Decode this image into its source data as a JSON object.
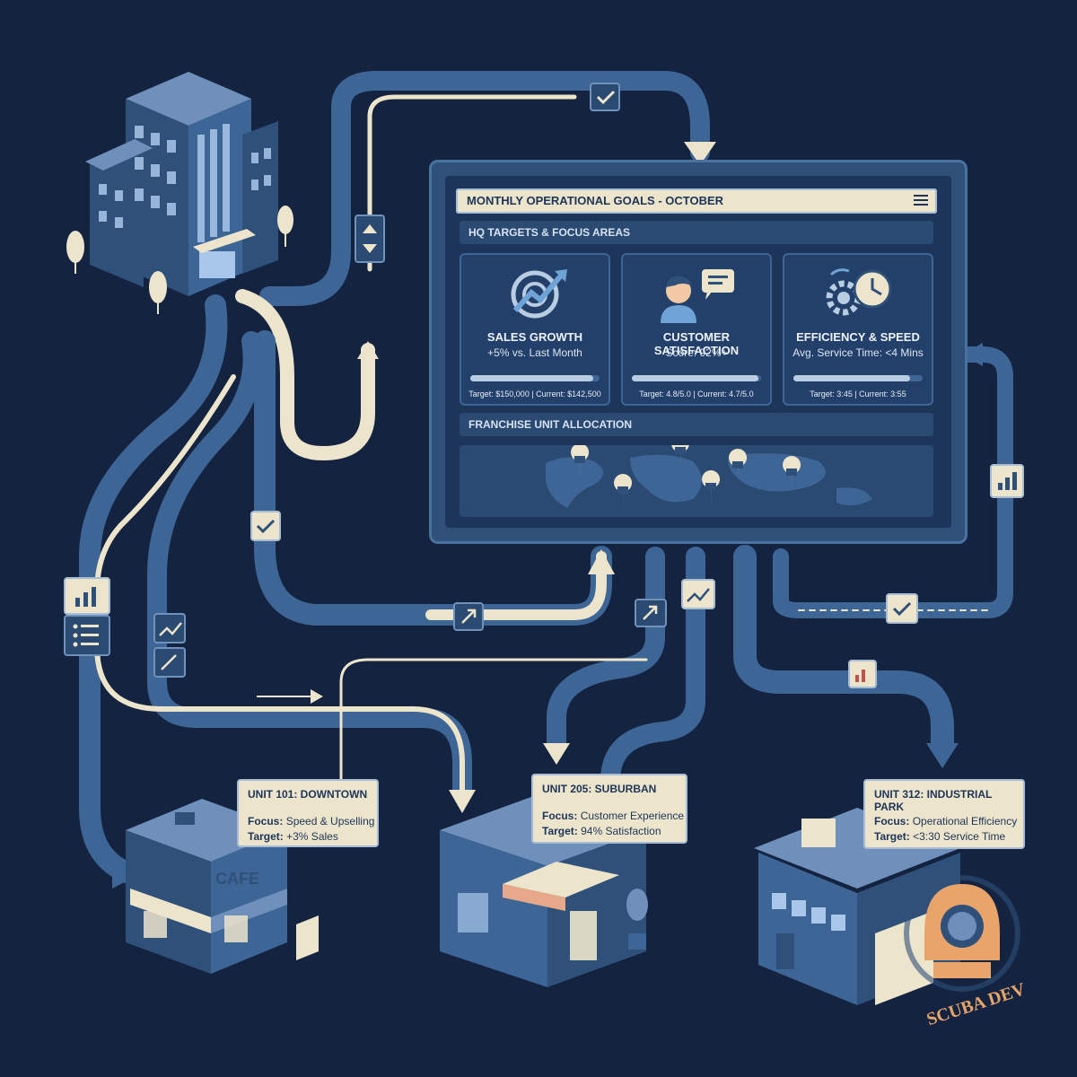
{
  "dashboard": {
    "title": "MONTHLY OPERATIONAL GOALS - OCTOBER",
    "section_targets": "HQ TARGETS & FOCUS AREAS",
    "section_allocation": "FRANCHISE UNIT ALLOCATION",
    "cards": [
      {
        "icon": "target-growth-icon",
        "title": "SALES GROWTH",
        "subtitle": "+5% vs. Last Month",
        "footer": "Target: $150,000 | Current: $142,500",
        "progress": 0.95
      },
      {
        "icon": "customer-feedback-icon",
        "title": "CUSTOMER SATISFACTION",
        "subtitle": "Score: 92%+",
        "footer": "Target: 4.8/5.0 | Current: 4.7/5.0",
        "progress": 0.98
      },
      {
        "icon": "gear-clock-icon",
        "title": "EFFICIENCY & SPEED",
        "subtitle": "Avg. Service Time: <4 Mins",
        "footer": "Target: 3:45 | Current: 3:55",
        "progress": 0.9
      }
    ]
  },
  "units": [
    {
      "header": "UNIT 101: DOWNTOWN",
      "focus_label": "Focus:",
      "focus": "Speed & Upselling",
      "target_label": "Target:",
      "target": "+3% Sales",
      "sign": "CAFE"
    },
    {
      "header": "UNIT 205: SUBURBAN",
      "focus_label": "Focus:",
      "focus": "Customer Experience",
      "target_label": "Target:",
      "target": "94% Satisfaction"
    },
    {
      "header": "UNIT 312: INDUSTRIAL PARK",
      "focus_label": "Focus:",
      "focus": "Operational Efficiency",
      "target_label": "Target:",
      "target": "<3:30 Service Time"
    }
  ],
  "watermark": {
    "text": "SCUBA DEV"
  },
  "colors": {
    "background": "#132340",
    "flow_path": "#3d6595",
    "flow_path_light": "#ede4cc",
    "panel": "#1d3558",
    "accent": "#b8cce2"
  }
}
